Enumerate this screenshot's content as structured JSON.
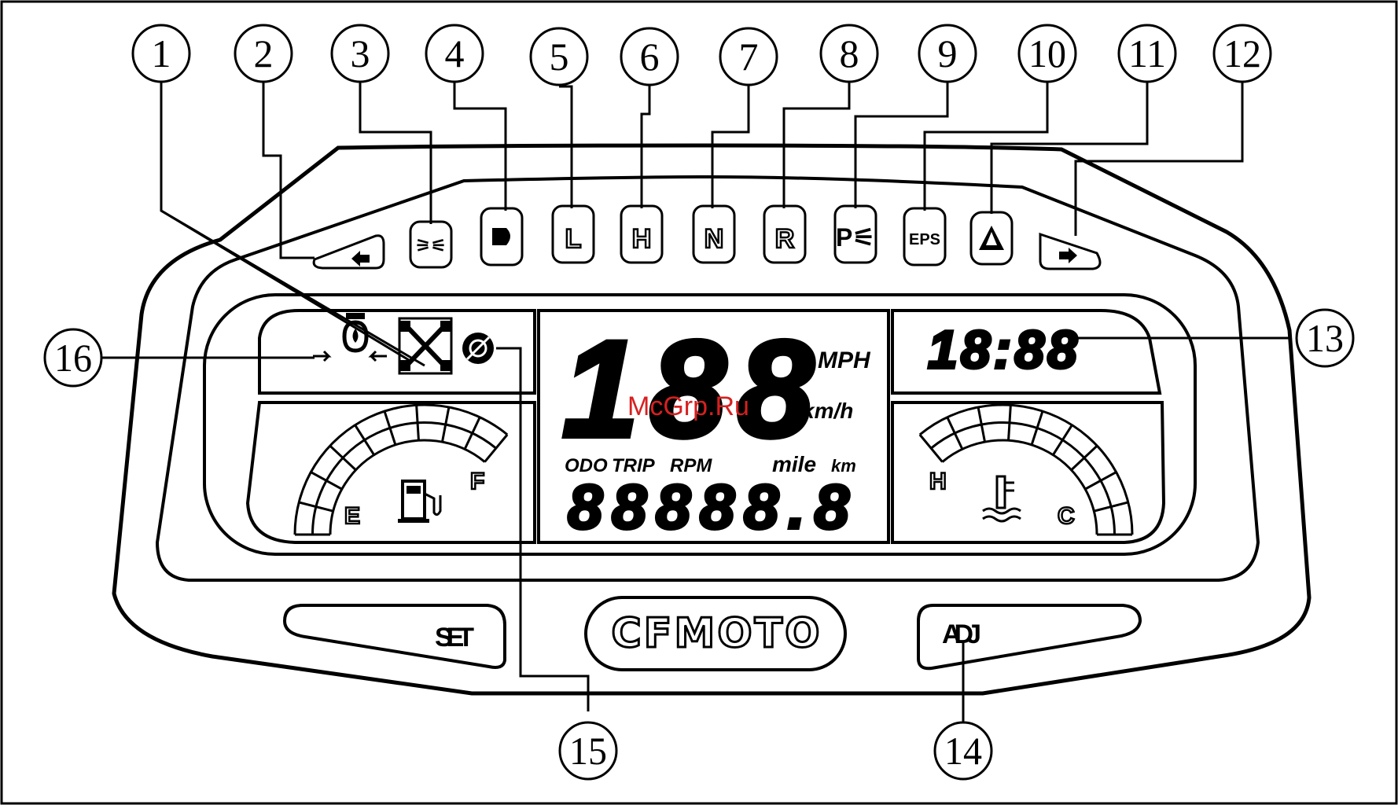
{
  "callouts": [
    "1",
    "2",
    "3",
    "4",
    "5",
    "6",
    "7",
    "8",
    "9",
    "10",
    "11",
    "12",
    "13",
    "14",
    "15",
    "16"
  ],
  "indicators": {
    "L": "L",
    "H": "H",
    "N": "N",
    "R": "R",
    "eps": "EPS"
  },
  "speed": {
    "digits": "188",
    "unit_mph": "MPH",
    "unit_kmh": "km/h"
  },
  "odometer": {
    "labels": {
      "odo": "ODO",
      "trip": "TRIP",
      "rpm": "RPM",
      "mile": "mile",
      "km": "km"
    },
    "digits": "88888.8"
  },
  "clock": {
    "digits": "18:88"
  },
  "fuel": {
    "empty": "E",
    "full": "F"
  },
  "temp": {
    "hot": "H",
    "cold": "C"
  },
  "buttons": {
    "set": "SET",
    "adj": "ADJ"
  },
  "brand": "CFMOTO",
  "watermark": "McGrp.Ru"
}
